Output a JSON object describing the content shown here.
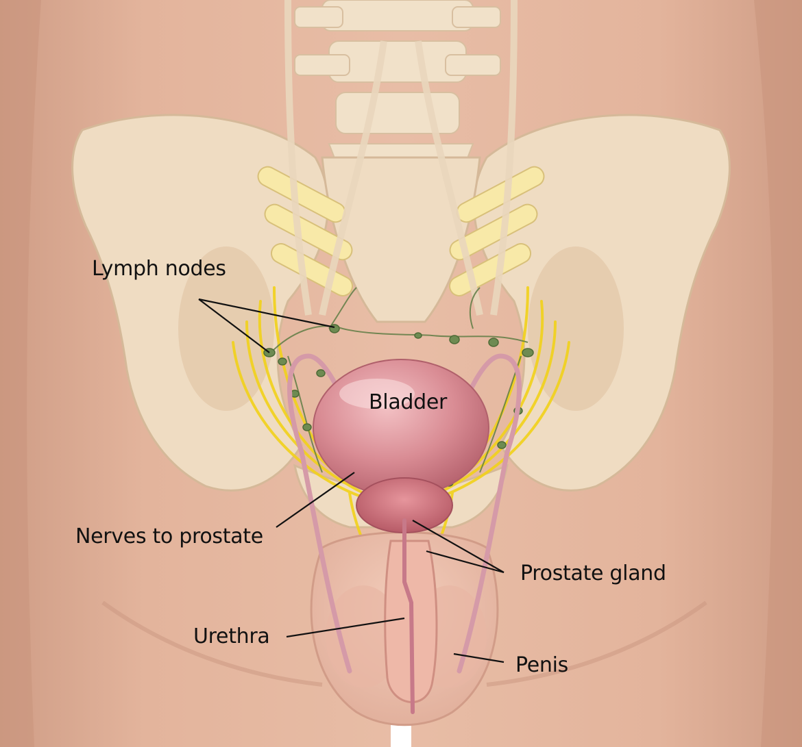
{
  "labels": {
    "lymph_nodes": "Lymph nodes",
    "bladder": "Bladder",
    "nerves_to_prostate": "Nerves to prostate",
    "prostate_gland": "Prostate gland",
    "urethra": "Urethra",
    "penis": "Penis"
  },
  "colors": {
    "skin": "#dcac94",
    "skin_light": "#ecc6b1",
    "bone": "#efdcc2",
    "bone_shadow": "#d9c0a0",
    "bladder": "#d4858d",
    "nerves": "#f2d21a",
    "lymph": "#5f7d45",
    "vas": "#d59aa8",
    "leader": "#111111"
  }
}
